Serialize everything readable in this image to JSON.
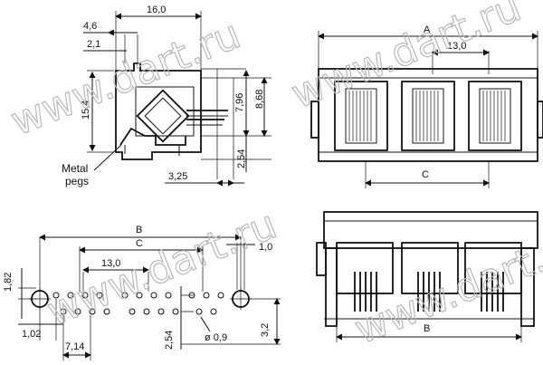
{
  "watermark": "www.dart.ru",
  "side_view": {
    "dim_width": "16,0",
    "dim_a": "4,6",
    "dim_b": "2,1",
    "dim_height": "15,4",
    "dim_c": "7,96",
    "dim_d": "8,68",
    "dim_e": "2,54",
    "dim_f": "3,25",
    "callout_line1": "Metal",
    "callout_line2": "pegs"
  },
  "front_view": {
    "dim_overall": "A",
    "dim_pitch": "13,0",
    "dim_inner": "C"
  },
  "footprint": {
    "dim_overall": "B",
    "dim_inner": "C",
    "dim_pitch": "13,0",
    "dim_edge": "1,0",
    "dim_row_offset": "1,82",
    "dim_row_pitch": "2,54",
    "dim_hole": "ø 0,9",
    "dim_hole_y": "3,2",
    "dim_pin_x": "1,02",
    "dim_first": "7,14"
  },
  "bottom_view": {
    "dim_overall": "B"
  }
}
